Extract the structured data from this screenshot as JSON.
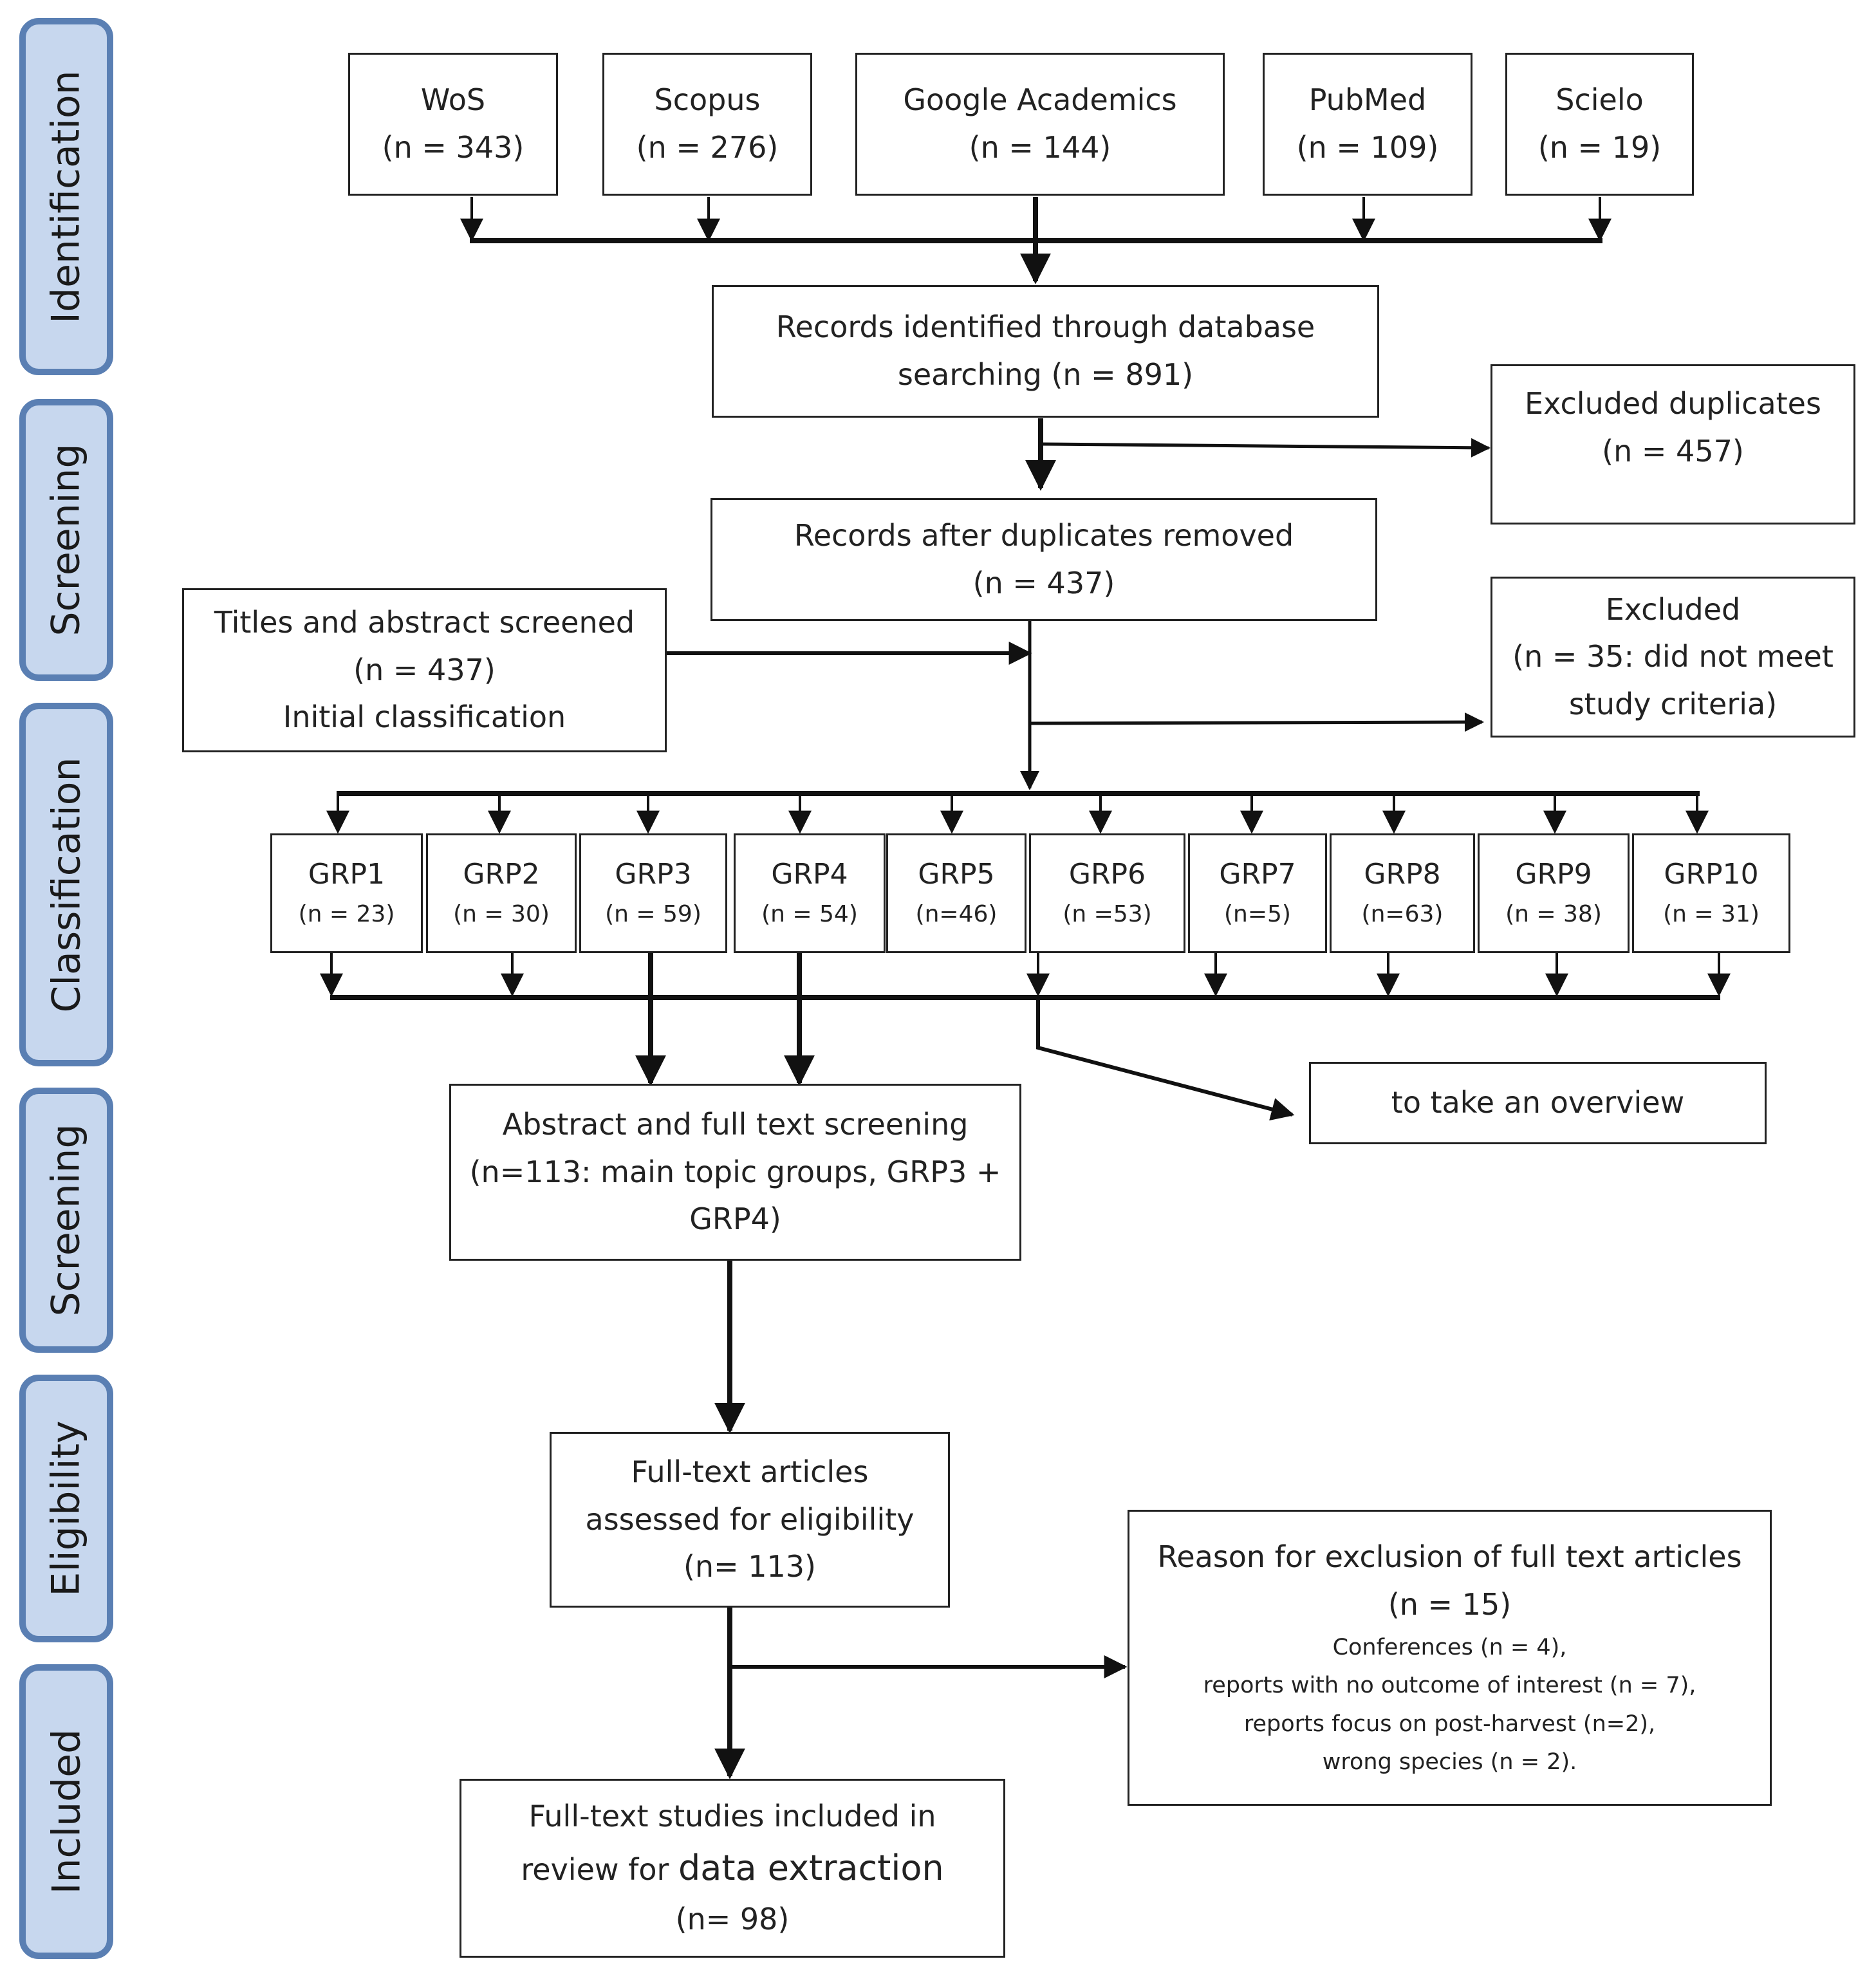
{
  "stages": [
    {
      "key": "identification",
      "label": "Identification"
    },
    {
      "key": "screening1",
      "label": "Screening"
    },
    {
      "key": "classification",
      "label": "Classification"
    },
    {
      "key": "screening2",
      "label": "Screening"
    },
    {
      "key": "eligibility",
      "label": "Eligibility"
    },
    {
      "key": "included",
      "label": "Included"
    }
  ],
  "sources": [
    {
      "name": "WoS",
      "count": "(n = 343)"
    },
    {
      "name": "Scopus",
      "count": "(n = 276)"
    },
    {
      "name": "Google Academics",
      "count": "(n = 144)"
    },
    {
      "name": "PubMed",
      "count": "(n = 109)"
    },
    {
      "name": "Scielo",
      "count": "(n = 19)"
    }
  ],
  "records_identified": {
    "line1": "Records identified through database",
    "line2": "searching (n = 891)"
  },
  "excluded_duplicates": {
    "line1": "Excluded duplicates",
    "line2": "(n = 457)"
  },
  "records_after_duplicates": {
    "line1": "Records after duplicates removed",
    "line2": "(n = 437)"
  },
  "titles_screened": {
    "line1": "Titles and abstract screened",
    "line2": "(n = 437)",
    "line3": "Initial classification"
  },
  "excluded_criteria": {
    "line1": "Excluded",
    "line2": "(n = 35: did not meet",
    "line3": "study criteria)"
  },
  "groups": [
    {
      "name": "GRP1",
      "count": "(n = 23)"
    },
    {
      "name": "GRP2",
      "count": "(n = 30)"
    },
    {
      "name": "GRP3",
      "count": "(n = 59)"
    },
    {
      "name": "GRP4",
      "count": "(n = 54)"
    },
    {
      "name": "GRP5",
      "count": "(n=46)"
    },
    {
      "name": "GRP6",
      "count": "(n =53)"
    },
    {
      "name": "GRP7",
      "count": "(n=5)"
    },
    {
      "name": "GRP8",
      "count": "(n=63)"
    },
    {
      "name": "GRP9",
      "count": "(n = 38)"
    },
    {
      "name": "GRP10",
      "count": "(n = 31)"
    }
  ],
  "overview": {
    "label": "to take an overview"
  },
  "abstract_fulltext": {
    "line1": "Abstract and full text screening",
    "line2": "(n=113: main topic groups, GRP3 +",
    "line3": "GRP4)"
  },
  "fulltext_assessed": {
    "line1": "Full-text articles",
    "line2": "assessed for eligibility",
    "line3": "(n= 113)"
  },
  "exclusion_reasons": {
    "title": "Reason for exclusion of full text articles",
    "count": "(n = 15)",
    "items": [
      "Conferences (n = 4),",
      "reports with no outcome of interest (n = 7),",
      "reports focus on post-harvest (n=2),",
      "wrong species (n = 2)."
    ]
  },
  "included_studies": {
    "line1": "Full-text studies included in",
    "line2a": "review for ",
    "line2b": "data extraction",
    "line3": "(n= 98)"
  }
}
